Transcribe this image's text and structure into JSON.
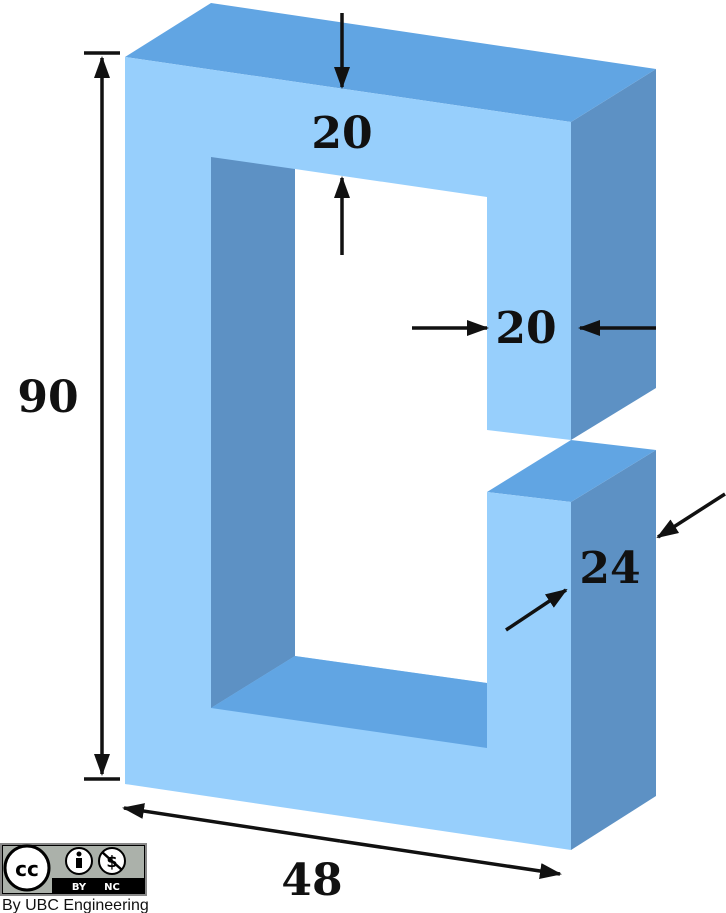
{
  "dimensions": {
    "height": "90",
    "width": "48",
    "top_thickness": "20",
    "side_thickness": "20",
    "depth": "24"
  },
  "license": {
    "cc": "cc",
    "by": "BY",
    "nc": "NC",
    "credit": "By UBC Engineering"
  },
  "colors": {
    "front_face": "#97CFFC",
    "top_face": "#61A5E3",
    "side_face": "#5D91C4",
    "arrow": "#111111"
  }
}
